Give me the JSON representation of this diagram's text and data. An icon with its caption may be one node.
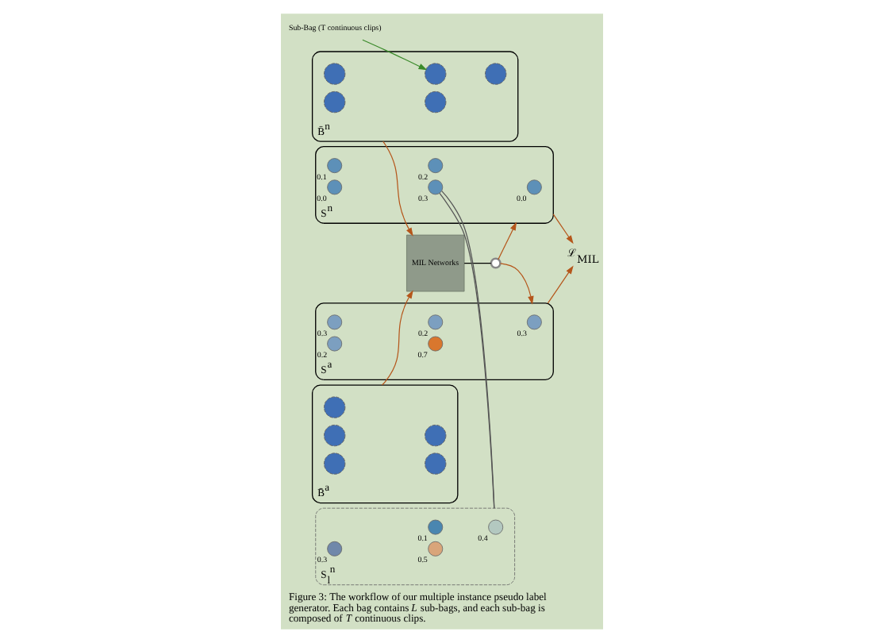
{
  "diagram": {
    "caption": "Figure 3: The workflow of our multiple instance pseudo label generator. Each bag contains *L* sub-bags, and each sub-bag is composed of *T* continuous clips.",
    "nodes": [
      {
        "text": [
          "B̄$^{n}$"
        ]
      },
      {
        "text": [],
        "shape": "circle",
        "in": 0
      },
      {
        "text": [],
        "shape": "circle",
        "in": 0
      },
      {
        "text": [],
        "shape": "circle",
        "in": 0
      },
      {
        "text": [],
        "shape": "circle",
        "in": 0
      },
      {
        "text": [],
        "shape": "circle",
        "in": 0
      },
      {
        "text": [
          "Sub-Bag (T continuous clips)"
        ]
      },
      {
        "text": [
          "B̄$^{a}$"
        ]
      },
      {
        "text": [],
        "shape": "circle",
        "in": 7
      },
      {
        "text": [],
        "shape": "circle",
        "in": 7
      },
      {
        "text": [],
        "shape": "circle",
        "in": 7
      },
      {
        "text": [],
        "shape": "circle",
        "in": 7
      },
      {
        "text": [],
        "shape": "circle",
        "in": 7
      },
      {
        "text": [
          "MIL Networks"
        ]
      },
      {
        "text": [],
        "shape": "circle"
      },
      {
        "text": [
          "S$^{n}$"
        ]
      },
      {
        "text": [],
        "shape": "circle",
        "in": 15,
        "beside": [
          "0.1"
        ]
      },
      {
        "text": [],
        "shape": "circle",
        "in": 15,
        "beside": [
          "0.0"
        ]
      },
      {
        "text": [],
        "shape": "circle",
        "in": 15,
        "beside": [
          "0.0"
        ]
      },
      {
        "text": [],
        "shape": "circle",
        "in": 15,
        "beside": [
          "0.2"
        ]
      },
      {
        "text": [],
        "shape": "circle",
        "in": 15,
        "beside": [
          "0.3"
        ]
      },
      {
        "text": [
          "S$_{l}$$^{n}$"
        ]
      },
      {
        "text": [],
        "shape": "circle",
        "in": 21,
        "beside": [
          "0.1"
        ]
      },
      {
        "text": [],
        "shape": "circle",
        "in": 21,
        "beside": [
          "0.3"
        ]
      },
      {
        "text": [],
        "shape": "circle",
        "in": 21,
        "beside": [
          "0.4"
        ]
      },
      {
        "text": [],
        "shape": "circle",
        "in": 21,
        "beside": [
          "0.5"
        ]
      },
      {
        "text": [
          "S$^{a}$"
        ]
      },
      {
        "text": [],
        "shape": "circle",
        "in": 26,
        "beside": [
          "0.3"
        ]
      },
      {
        "text": [],
        "shape": "circle",
        "in": 26,
        "beside": [
          "0.2"
        ]
      },
      {
        "text": [],
        "shape": "circle",
        "in": 26,
        "beside": [
          "0.3"
        ]
      },
      {
        "text": [],
        "shape": "circle",
        "in": 26,
        "beside": [
          "0.2"
        ]
      },
      {
        "text": [],
        "shape": "circle",
        "in": 26,
        "beside": [
          "0.7"
        ]
      },
      {
        "text": [
          "ℒ$_{MIL}$"
        ]
      }
    ],
    "edges": [
      {
        "from": 6,
        "to": 2,
        "arrow": "to",
        "color": "#3a8a2a"
      },
      {
        "from": 0,
        "to": 13,
        "arrow": "to"
      },
      {
        "from": 7,
        "to": 13,
        "arrow": "to"
      },
      {
        "from": 13,
        "to": 14,
        "arrow": "none",
        "color": "#000000"
      },
      {
        "from": 14,
        "to": 15,
        "arrow": "to"
      },
      {
        "from": 14,
        "to": 26,
        "arrow": "to"
      },
      {
        "from": 20,
        "to": 21,
        "arrow": "none",
        "color": "#555555"
      },
      {
        "from": 20,
        "to": 21,
        "arrow": "none",
        "color": "#555555"
      },
      {
        "from": 15,
        "to": 32,
        "arrow": "to"
      },
      {
        "from": 26,
        "to": 32,
        "arrow": "to"
      }
    ]
  }
}
